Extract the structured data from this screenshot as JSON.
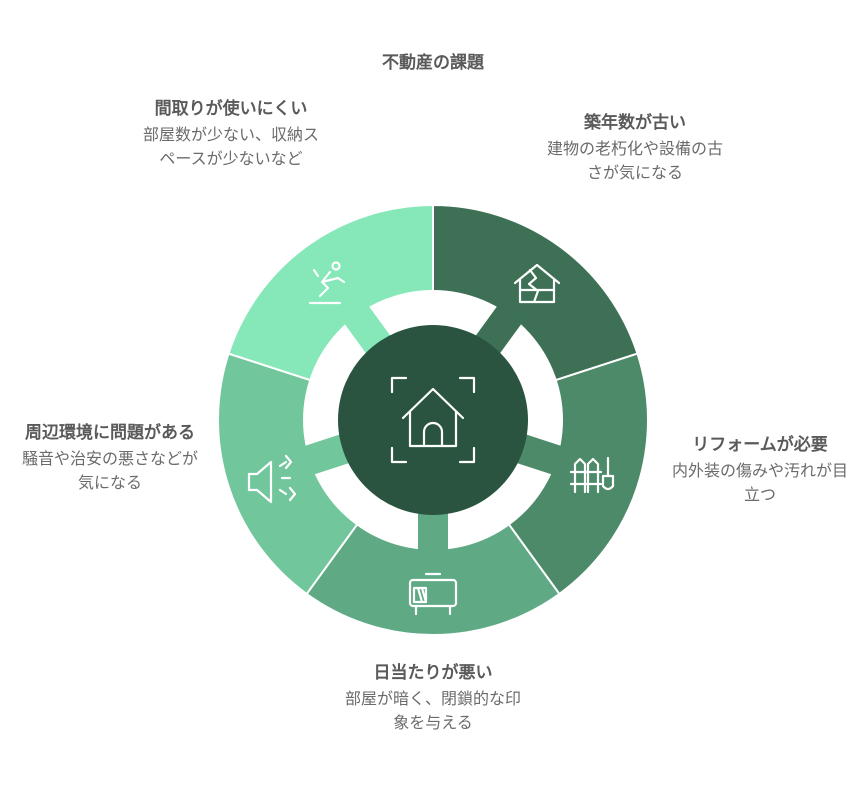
{
  "title": "不動産の課題",
  "segments": [
    {
      "key": "old",
      "heading": "築年数が古い",
      "description": "建物の老朽化や設備の古さが気になる",
      "color": "#3d7055",
      "icon": "cracked-house-icon"
    },
    {
      "key": "reform",
      "heading": "リフォームが必要",
      "description": "内外装の傷みや汚れが目立つ",
      "color": "#4c8a69",
      "icon": "fence-paintbrush-icon"
    },
    {
      "key": "sunlight",
      "heading": "日当たりが悪い",
      "description": "部屋が暗く、閉鎖的な印象を与える",
      "color": "#5fa985",
      "icon": "furniture-icon"
    },
    {
      "key": "environment",
      "heading": "周辺環境に問題がある",
      "description": "騒音や治安の悪さなどが気になる",
      "color": "#72c69c",
      "icon": "noise-speaker-icon"
    },
    {
      "key": "layout",
      "heading": "間取りが使いにくい",
      "description": "部屋数が少ない、収納スペースが少ないなど",
      "color": "#86e8b8",
      "icon": "slipping-person-icon"
    }
  ],
  "center": {
    "color": "#2a5440",
    "icon": "house-focus-icon"
  }
}
